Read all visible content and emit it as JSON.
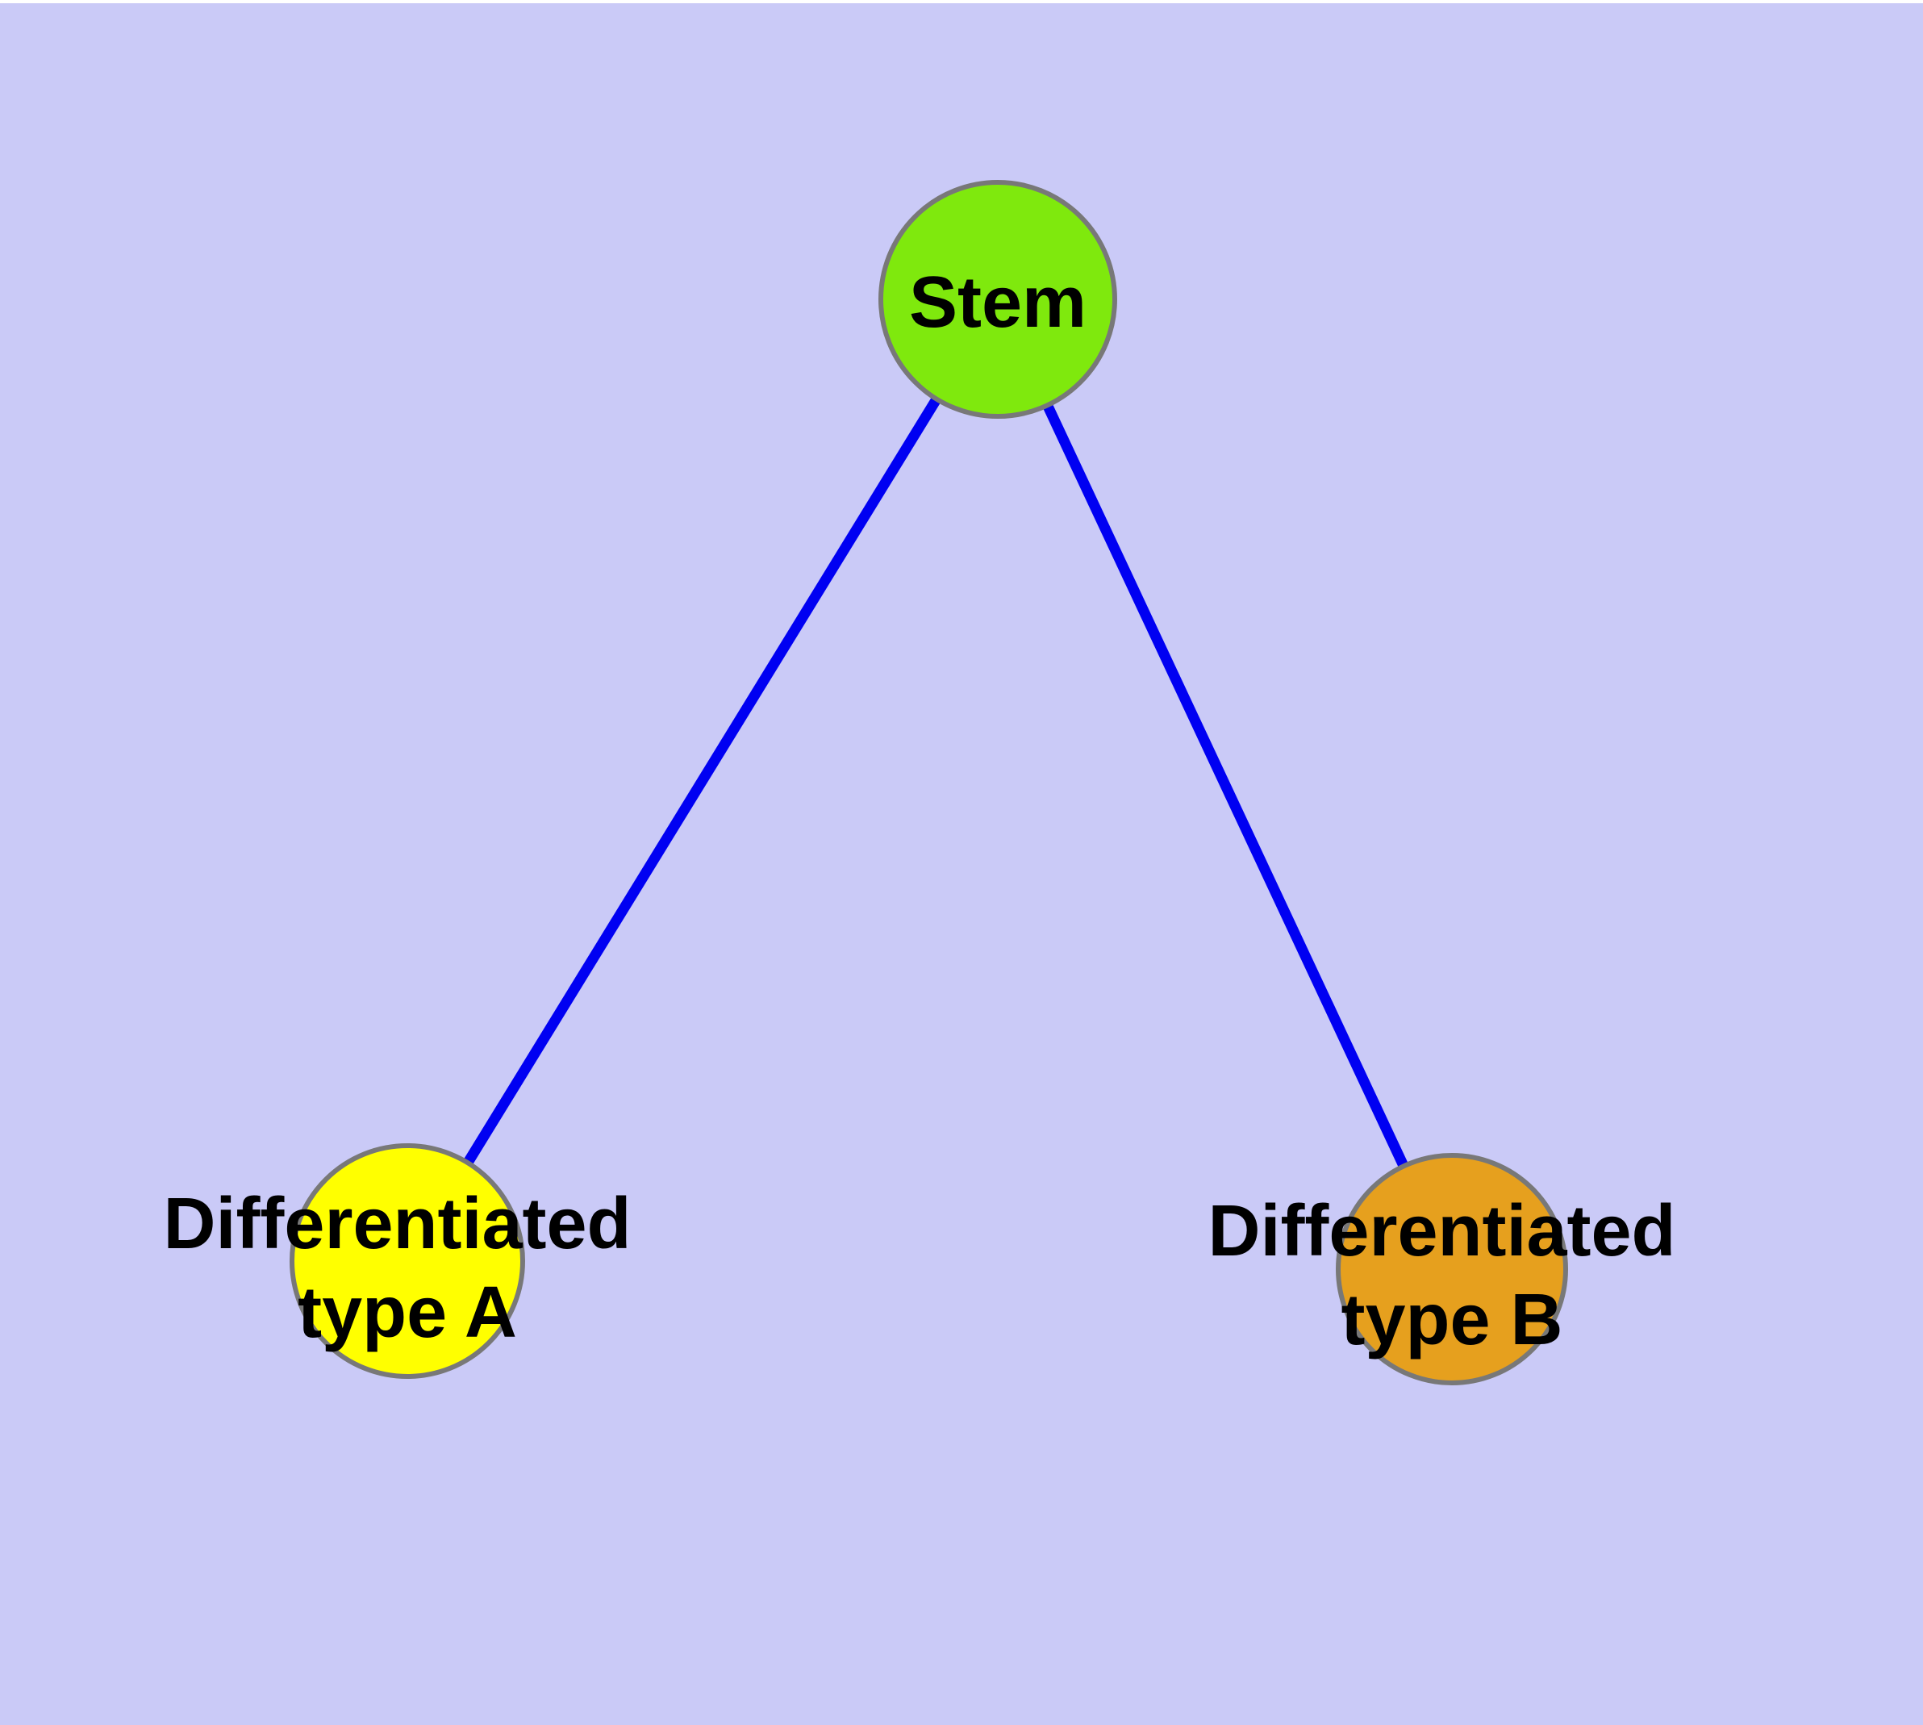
{
  "diagram": {
    "type": "node-link-graph",
    "description": "Stem cell differentiation graph: one stem node connected to two differentiated cell-type nodes",
    "background_color": "#CACAF7",
    "top_margin_color": "#FFFFFF",
    "edge_color": "#0000F2",
    "node_border_color": "#787878",
    "label_color": "#000000",
    "nodes": {
      "stem": {
        "label": "Stem",
        "fill": "#7FE90D"
      },
      "type_a": {
        "label_line1": "Differentiated",
        "label_line2": "type A",
        "fill": "#FFFF00"
      },
      "type_b": {
        "label_line1": "Differentiated",
        "label_line2": "type B",
        "fill": "#E6A01E"
      }
    },
    "edges": [
      {
        "from": "stem",
        "to": "type_a"
      },
      {
        "from": "stem",
        "to": "type_b"
      }
    ]
  }
}
